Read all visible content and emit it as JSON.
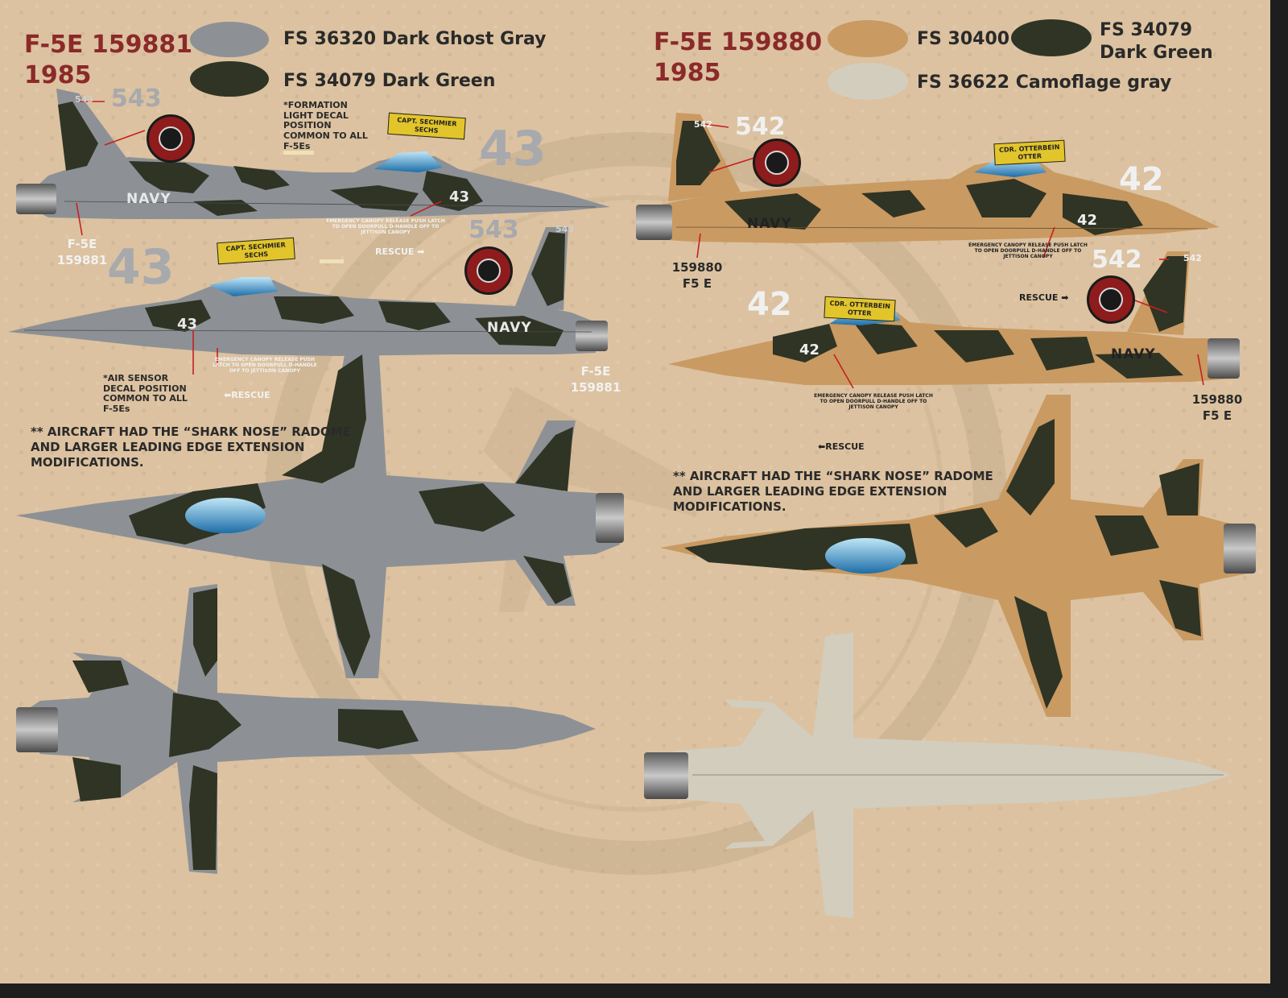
{
  "colors": {
    "background": "#dcc2a0",
    "ghost_gray": "#8d9195",
    "dark_green": "#2f3425",
    "tan": "#c99a62",
    "camo_gray": "#d3cdbe",
    "title_red": "#8a2a2a",
    "nameplate_yellow": "#e2c52a",
    "insignia_red": "#8e1c1c"
  },
  "left_scheme": {
    "title": "F-5E 159881",
    "year": "1985",
    "swatches": [
      {
        "label": "FS 36320 Dark Ghost Gray",
        "color": "#8d9195"
      },
      {
        "label": "FS 34079 Dark Green",
        "color": "#2f3425"
      }
    ],
    "tail_number_small": "543",
    "tail_number_large": "543",
    "modex_large": "43",
    "modex_small": "43",
    "navy": "NAVY",
    "serial": [
      "F-5E",
      "159881"
    ],
    "pilot_name": [
      "CAPT. SECHMIER",
      "SECHS"
    ],
    "formation_note": "*FORMATION LIGHT DECAL POSITION COMMON TO ALL F-5Es",
    "air_sensor_note": "*AIR SENSOR DECAL POSITION COMMON TO ALL F-5Es",
    "canopy_placard": "EMERGENCY CANOPY RELEASE PUSH LATCH TO OPEN DOORPULL D-HANDLE OFF TO JETTISON CANOPY",
    "rescue": "RESCUE",
    "shark_note": "** AIRCRAFT HAD THE “SHARK NOSE” RADOME AND LARGER LEADING EDGE EXTENSION MODIFICATIONS."
  },
  "right_scheme": {
    "title": "F-5E 159880",
    "year": "1985",
    "swatches": [
      {
        "label": "FS 30400",
        "color": "#c99a62"
      },
      {
        "label": "FS 34079 Dark Green",
        "color": "#2f3425"
      },
      {
        "label": "FS 36622 Camoflage gray",
        "color": "#d3cdbe"
      }
    ],
    "tail_number_small": "542",
    "tail_number_large": "542",
    "modex_large": "42",
    "modex_small": "42",
    "navy": "NAVY",
    "serial": [
      "159880",
      "F5 E"
    ],
    "pilot_name": [
      "CDR. OTTERBEIN",
      "OTTER"
    ],
    "canopy_placard": "EMERGENCY CANOPY RELEASE PUSH LATCH TO OPEN DOORPULL D-HANDLE OFF TO JETTISON CANOPY",
    "rescue": "RESCUE",
    "shark_note": "** AIRCRAFT HAD THE “SHARK NOSE” RADOME AND LARGER LEADING EDGE EXTENSION MODIFICATIONS."
  }
}
